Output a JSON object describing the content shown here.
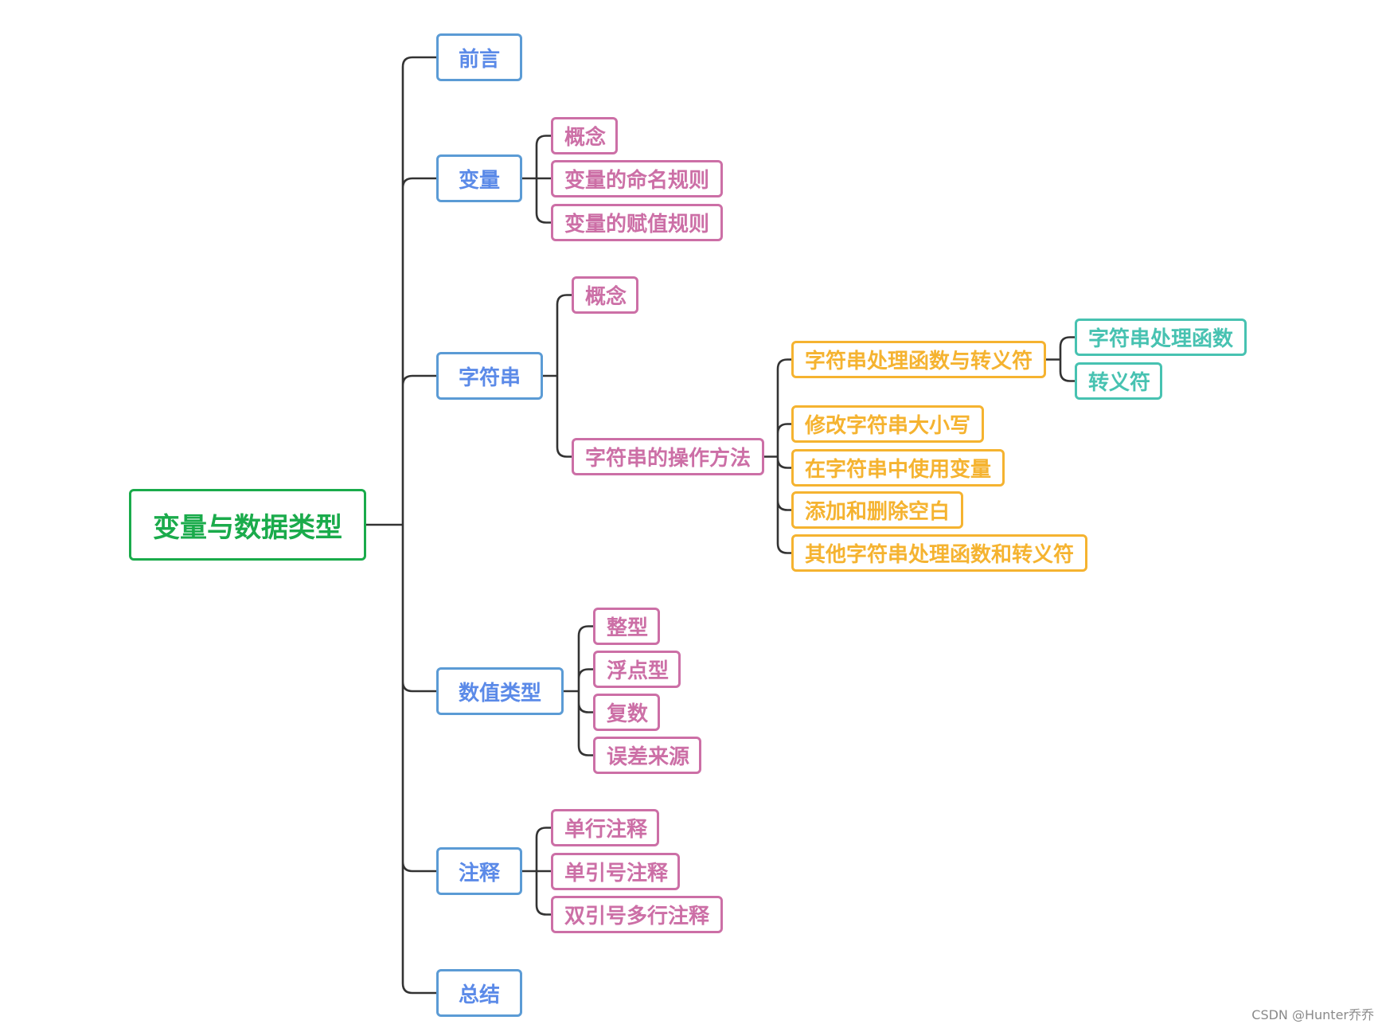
{
  "root": "变量与数据类型",
  "branches": {
    "preface": "前言",
    "variable": {
      "label": "变量",
      "children": [
        "概念",
        "变量的命名规则",
        "变量的赋值规则"
      ]
    },
    "string": {
      "label": "字符串",
      "concept": "概念",
      "methods": {
        "label": "字符串的操作方法",
        "process": {
          "label": "字符串处理函数与转义符",
          "children": [
            "字符串处理函数",
            "转义符"
          ]
        },
        "others": [
          "修改字符串大小写",
          "在字符串中使用变量",
          "添加和删除空白",
          "其他字符串处理函数和转义符"
        ]
      }
    },
    "numeric": {
      "label": "数值类型",
      "children": [
        "整型",
        "浮点型",
        "复数",
        "误差来源"
      ]
    },
    "comment": {
      "label": "注释",
      "children": [
        "单行注释",
        "单引号注释",
        "双引号多行注释"
      ]
    },
    "summary": "总结"
  },
  "colors": {
    "root": "#1aab4b",
    "level1": "#5b9bd5",
    "level2": "#cc6fa6",
    "level3": "#f5b330",
    "level4": "#47c2b1",
    "connector": "#333333"
  },
  "watermark": "CSDN @Hunter乔乔"
}
